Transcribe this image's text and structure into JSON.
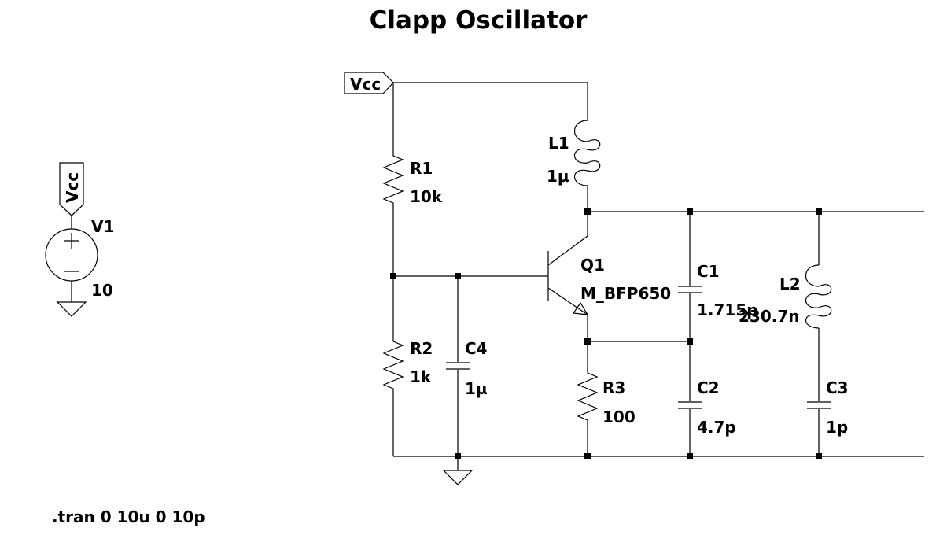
{
  "title": "Clapp Oscillator",
  "net_labels": {
    "supply": "Vcc",
    "source_flag": "Vcc"
  },
  "components": {
    "V1": {
      "name": "V1",
      "value": "10"
    },
    "R1": {
      "name": "R1",
      "value": "10k"
    },
    "R2": {
      "name": "R2",
      "value": "1k"
    },
    "R3": {
      "name": "R3",
      "value": "100"
    },
    "C1": {
      "name": "C1",
      "value": "1.715p"
    },
    "C2": {
      "name": "C2",
      "value": "4.7p"
    },
    "C3": {
      "name": "C3",
      "value": "1p"
    },
    "C4": {
      "name": "C4",
      "value": "1µ"
    },
    "L1": {
      "name": "L1",
      "value": "1µ"
    },
    "L2": {
      "name": "L2",
      "value": "230.7n"
    },
    "Q1": {
      "name": "Q1",
      "value": "M_BFP650"
    }
  },
  "directive": ".tran 0 10u 0 10p"
}
